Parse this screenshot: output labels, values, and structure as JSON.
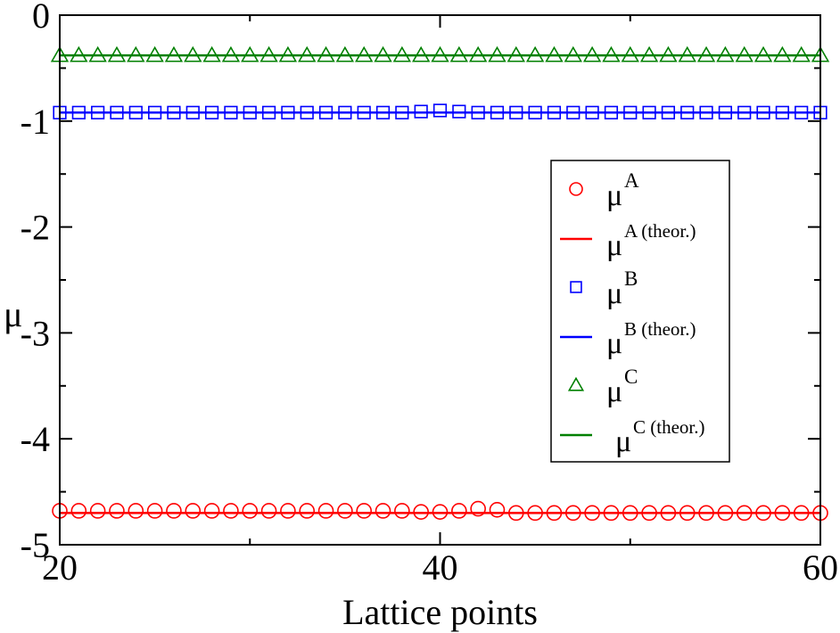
{
  "chart_data": {
    "type": "scatter",
    "title": "",
    "xlabel": "Lattice points",
    "ylabel": "μ",
    "xlim": [
      20,
      60
    ],
    "ylim": [
      -5,
      0
    ],
    "xticks": [
      20,
      40,
      60
    ],
    "xtick_labels": [
      "20",
      "40",
      "60"
    ],
    "yticks": [
      0,
      -1,
      -2,
      -3,
      -4,
      -5
    ],
    "ytick_labels": [
      "0",
      "-1",
      "-2",
      "-3",
      "-4",
      "-5"
    ],
    "grid": false,
    "legend_position": "right",
    "x": [
      20,
      21,
      22,
      23,
      24,
      25,
      26,
      27,
      28,
      29,
      30,
      31,
      32,
      33,
      34,
      35,
      36,
      37,
      38,
      39,
      40,
      41,
      42,
      43,
      44,
      45,
      46,
      47,
      48,
      49,
      50,
      51,
      52,
      53,
      54,
      55,
      56,
      57,
      58,
      59,
      60
    ],
    "series": [
      {
        "name": "μ^A",
        "legend_base": "μ",
        "legend_sup": "A",
        "marker": "circle",
        "color": "#ff0000",
        "values": [
          -4.68,
          -4.68,
          -4.68,
          -4.68,
          -4.68,
          -4.68,
          -4.68,
          -4.68,
          -4.68,
          -4.68,
          -4.68,
          -4.68,
          -4.68,
          -4.68,
          -4.68,
          -4.68,
          -4.68,
          -4.68,
          -4.68,
          -4.69,
          -4.69,
          -4.68,
          -4.66,
          -4.67,
          -4.7,
          -4.7,
          -4.7,
          -4.7,
          -4.7,
          -4.7,
          -4.7,
          -4.7,
          -4.7,
          -4.7,
          -4.7,
          -4.7,
          -4.7,
          -4.7,
          -4.7,
          -4.7,
          -4.7
        ]
      },
      {
        "name": "μ^A (theor.)",
        "legend_base": "μ",
        "legend_sup": "A (theor.)",
        "marker": "line",
        "color": "#ff0000",
        "values": null
      },
      {
        "name": "μ^B",
        "legend_base": "μ",
        "legend_sup": "B",
        "marker": "square",
        "color": "#0000ff",
        "values": [
          -0.92,
          -0.92,
          -0.92,
          -0.92,
          -0.92,
          -0.92,
          -0.92,
          -0.92,
          -0.92,
          -0.92,
          -0.92,
          -0.92,
          -0.92,
          -0.92,
          -0.92,
          -0.92,
          -0.92,
          -0.92,
          -0.92,
          -0.91,
          -0.9,
          -0.91,
          -0.92,
          -0.92,
          -0.92,
          -0.92,
          -0.92,
          -0.92,
          -0.92,
          -0.92,
          -0.92,
          -0.92,
          -0.92,
          -0.92,
          -0.92,
          -0.92,
          -0.92,
          -0.92,
          -0.92,
          -0.92,
          -0.92
        ]
      },
      {
        "name": "μ^B (theor.)",
        "legend_base": "μ",
        "legend_sup": "B (theor.)",
        "marker": "line",
        "color": "#0000ff",
        "values": null
      },
      {
        "name": "μ^C",
        "legend_base": "μ",
        "legend_sup": "C",
        "marker": "triangle",
        "color": "#008000",
        "values": [
          -0.38,
          -0.38,
          -0.38,
          -0.38,
          -0.38,
          -0.38,
          -0.38,
          -0.38,
          -0.38,
          -0.38,
          -0.38,
          -0.38,
          -0.38,
          -0.38,
          -0.38,
          -0.38,
          -0.38,
          -0.38,
          -0.38,
          -0.38,
          -0.38,
          -0.38,
          -0.38,
          -0.38,
          -0.38,
          -0.38,
          -0.38,
          -0.38,
          -0.38,
          -0.38,
          -0.38,
          -0.38,
          -0.38,
          -0.38,
          -0.38,
          -0.38,
          -0.38,
          -0.38,
          -0.38,
          -0.38,
          -0.38
        ]
      },
      {
        "name": "μ^C (theor.)",
        "legend_base": "μ",
        "legend_sup": "C (theor.)",
        "marker": "line",
        "color": "#008000",
        "values": null
      }
    ],
    "theoretical_lines": [
      {
        "series": "μ^A (theor.)",
        "color": "#ff0000",
        "y": -4.7
      },
      {
        "series": "μ^B (theor.)",
        "color": "#0000ff",
        "y": -0.92
      },
      {
        "series": "μ^C (theor.)",
        "color": "#008000",
        "y": -0.38
      }
    ]
  }
}
